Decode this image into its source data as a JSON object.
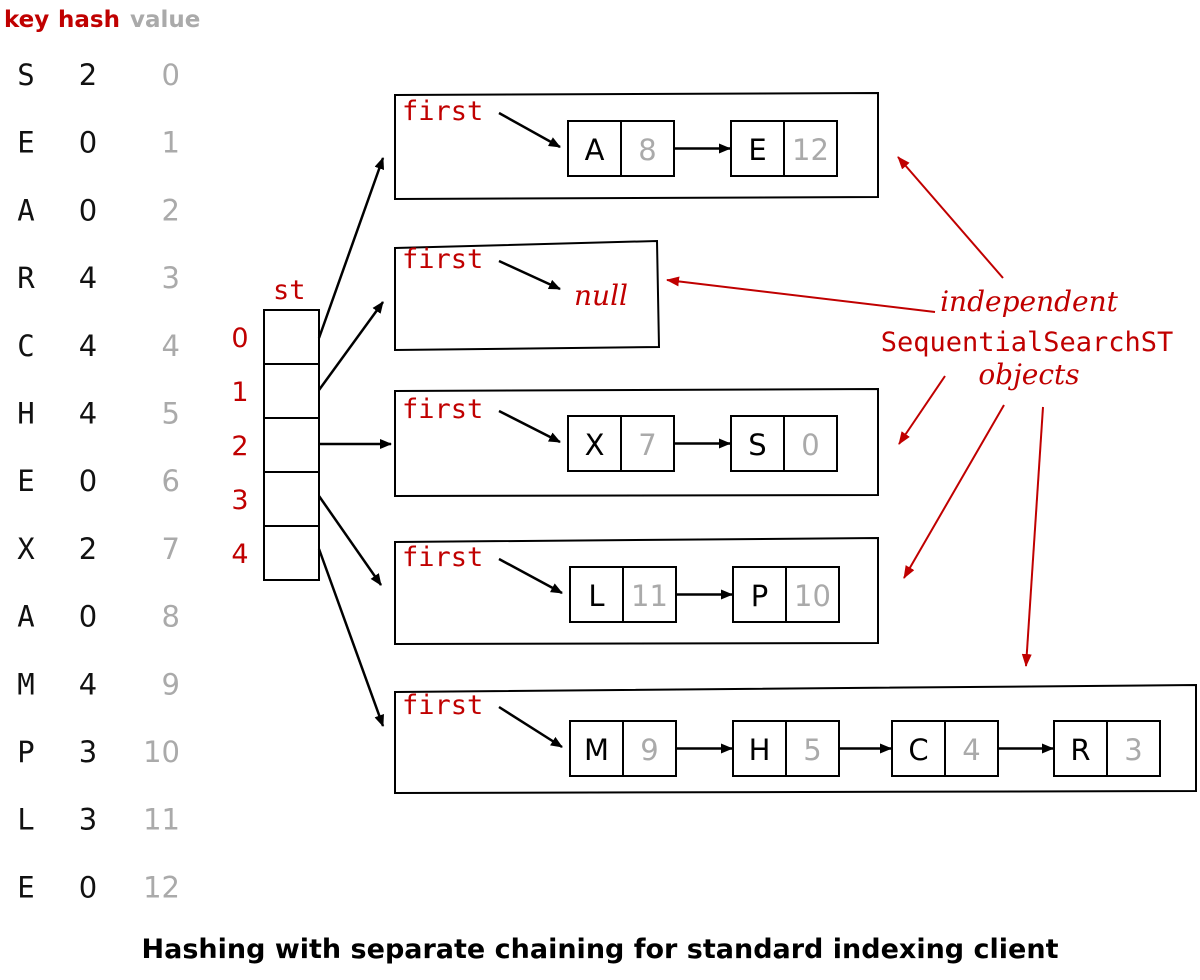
{
  "table": {
    "headers": {
      "key": "key",
      "hash": "hash",
      "value": "value"
    },
    "rows": [
      {
        "key": "S",
        "hash": "2",
        "value": "0"
      },
      {
        "key": "E",
        "hash": "0",
        "value": "1"
      },
      {
        "key": "A",
        "hash": "0",
        "value": "2"
      },
      {
        "key": "R",
        "hash": "4",
        "value": "3"
      },
      {
        "key": "C",
        "hash": "4",
        "value": "4"
      },
      {
        "key": "H",
        "hash": "4",
        "value": "5"
      },
      {
        "key": "E",
        "hash": "0",
        "value": "6"
      },
      {
        "key": "X",
        "hash": "2",
        "value": "7"
      },
      {
        "key": "A",
        "hash": "0",
        "value": "8"
      },
      {
        "key": "M",
        "hash": "4",
        "value": "9"
      },
      {
        "key": "P",
        "hash": "3",
        "value": "10"
      },
      {
        "key": "L",
        "hash": "3",
        "value": "11"
      },
      {
        "key": "E",
        "hash": "0",
        "value": "12"
      }
    ]
  },
  "array": {
    "label": "st",
    "indices": [
      "0",
      "1",
      "2",
      "3",
      "4"
    ]
  },
  "chains": [
    {
      "first_label": "first",
      "null_label": "",
      "nodes": [
        {
          "key": "A",
          "value": "8"
        },
        {
          "key": "E",
          "value": "12"
        }
      ]
    },
    {
      "first_label": "first",
      "null_label": "null",
      "nodes": []
    },
    {
      "first_label": "first",
      "null_label": "",
      "nodes": [
        {
          "key": "X",
          "value": "7"
        },
        {
          "key": "S",
          "value": "0"
        }
      ]
    },
    {
      "first_label": "first",
      "null_label": "",
      "nodes": [
        {
          "key": "L",
          "value": "11"
        },
        {
          "key": "P",
          "value": "10"
        }
      ]
    },
    {
      "first_label": "first",
      "null_label": "",
      "nodes": [
        {
          "key": "M",
          "value": "9"
        },
        {
          "key": "H",
          "value": "5"
        },
        {
          "key": "C",
          "value": "4"
        },
        {
          "key": "R",
          "value": "3"
        }
      ]
    }
  ],
  "annotation": {
    "line1": "independent",
    "line2": "SequentialSearchST",
    "line3": "objects"
  },
  "caption": "Hashing with separate chaining for standard indexing client",
  "colors": {
    "accent_red": "#c00000",
    "value_gray": "#aaaaaa",
    "ink": "#000000"
  }
}
